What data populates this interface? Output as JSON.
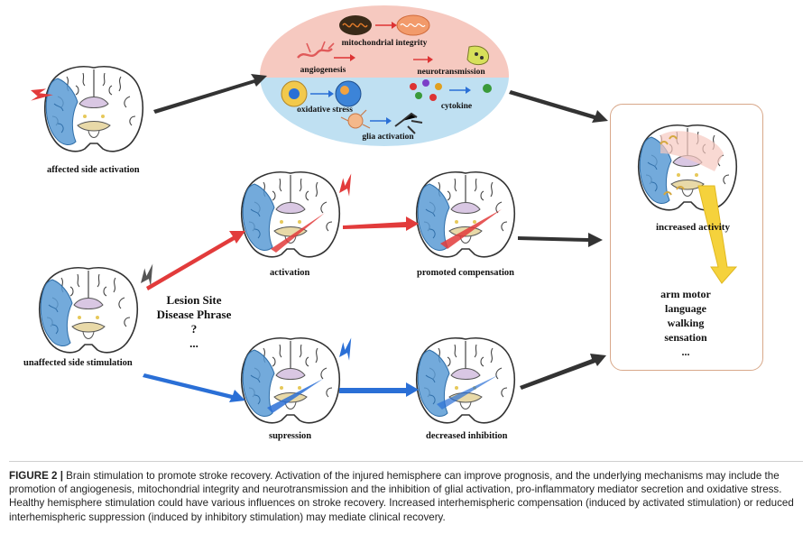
{
  "diagram": {
    "mechanisms": {
      "top": [
        "mitochondrial integrity",
        "angiogenesis",
        "neurotransmission"
      ],
      "bottom": [
        "oxidative stress",
        "cytokine",
        "glia activation"
      ]
    },
    "labels": {
      "affected_side_activation": "affected side activation",
      "unaffected_side_stimulation": "unaffected side stimulation",
      "activation": "activation",
      "promoted_compensation": "promoted compensation",
      "supression": "supression",
      "decreased_inhibition": "decreased inhibition",
      "increased_activity": "increased activity"
    },
    "center_text": [
      "Lesion Site",
      "Disease Phrase",
      "?",
      "..."
    ],
    "outcomes": [
      "arm motor",
      "language",
      "walking",
      "sensation",
      "..."
    ],
    "colors": {
      "lesion_blue": "#5b9bd5",
      "activation_red": "#e23b3b",
      "inhibition_blue": "#2266c4",
      "bolt_gray": "#555555",
      "pink_panel": "#f6c9c0",
      "blue_panel": "#bfe0f2",
      "yellow_pathway": "#f5d23c"
    }
  },
  "caption": {
    "figure": "FIGURE 2 |",
    "text": " Brain stimulation to promote stroke recovery. Activation of the injured hemisphere can improve prognosis, and the underlying mechanisms may include the promotion of angiogenesis, mitochondrial integrity and neurotransmission and the inhibition of glial activation, pro-inflammatory mediator secretion and oxidative stress. Healthy hemisphere stimulation could have various influences on stroke recovery. Increased interhemispheric compensation (induced by activated stimulation) or reduced interhemispheric suppression (induced by inhibitory stimulation) may mediate clinical recovery."
  }
}
